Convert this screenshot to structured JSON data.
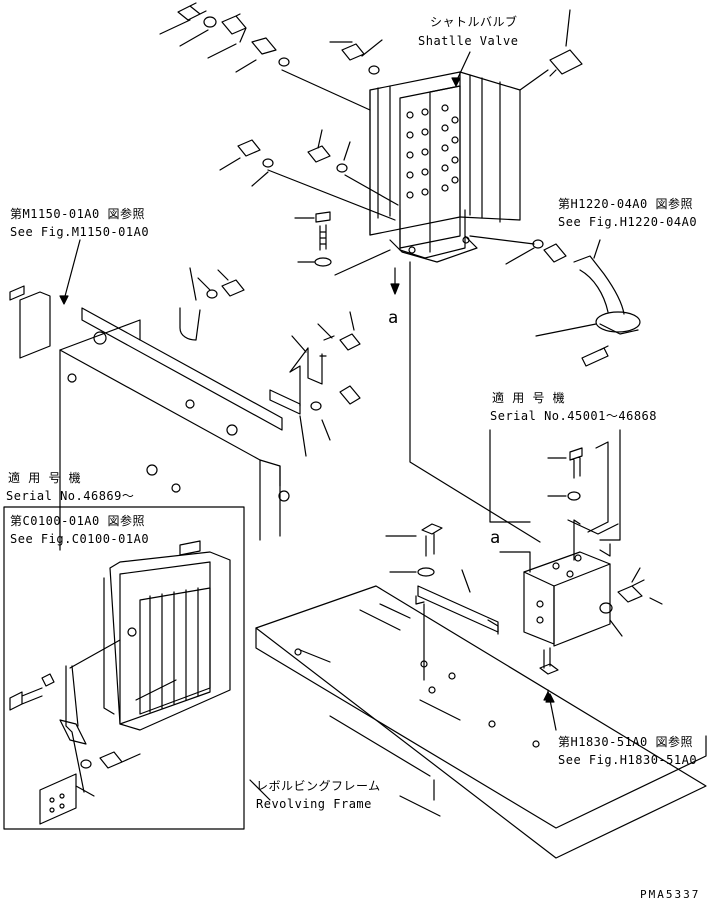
{
  "labels": {
    "shuttle_valve_jp": "シャトルバルブ",
    "shuttle_valve_en": "Shatlle Valve",
    "ref_m1150_jp": "第M1150-01A0 図参照",
    "ref_m1150_en": "See Fig.M1150-01A0",
    "ref_h1220_jp": "第H1220-04A0 図参照",
    "ref_h1220_en": "See Fig.H1220-04A0",
    "ref_c0100_jp": "第C0100-01A0 図参照",
    "ref_c0100_en": "See Fig.C0100-01A0",
    "ref_h1830_jp": "第H1830-51A0 図参照",
    "ref_h1830_en": "See Fig.H1830-51A0",
    "applicable_top_jp": "適 用 号 機",
    "applicable_top_en": "Serial No.45001～46868",
    "applicable_left_jp": "適 用 号 機",
    "applicable_left_en": "Serial No.46869～",
    "revolving_frame_jp": "レボルビングフレーム",
    "revolving_frame_en": "Revolving Frame",
    "marker_a1": "a",
    "marker_a2": "a",
    "drawing_number": "PMA5337"
  },
  "colors": {
    "ink": "#000000",
    "paper": "#ffffff"
  }
}
